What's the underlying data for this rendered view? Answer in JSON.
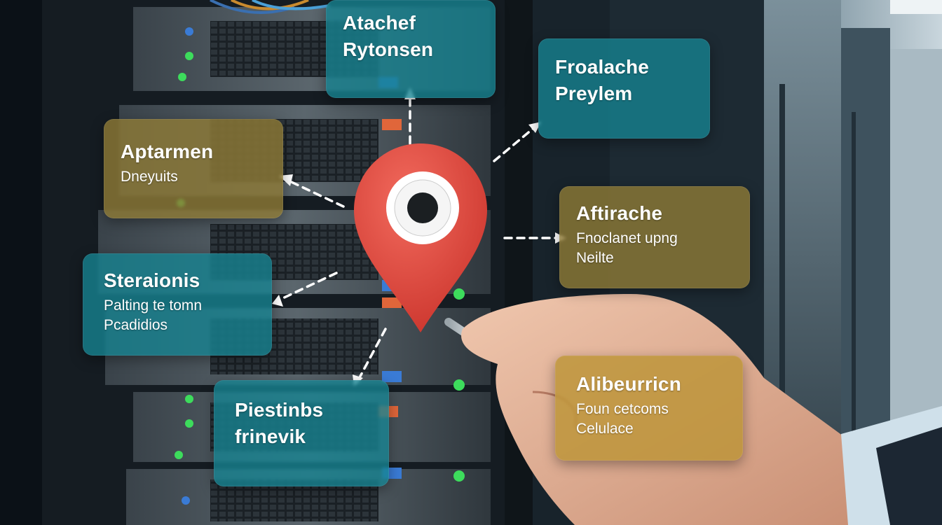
{
  "cards": {
    "top_center": {
      "lines": [
        "Atachef",
        "Rytonsen"
      ]
    },
    "top_right": {
      "lines": [
        "Froalache",
        "Preylem"
      ]
    },
    "upper_left": {
      "title": "Aptarmen",
      "subtitle": "Dneyuits"
    },
    "mid_right": {
      "title": "Aftirache",
      "subtitle_lines": [
        "Fnoclanet upng",
        "Neilte"
      ]
    },
    "mid_left": {
      "title": "Steraionis",
      "subtitle_lines": [
        "Palting te tomn",
        "Pcadidios"
      ]
    },
    "bottom_center": {
      "lines": [
        "Piestinbs",
        "frinevik"
      ]
    },
    "bottom_right": {
      "title": "Alibeurricn",
      "subtitle_lines": [
        "Foun cetcoms",
        "Celulace"
      ]
    }
  },
  "colors": {
    "teal_card": "#168492",
    "olive_card": "#8e7a36",
    "gold_card": "#bc9434",
    "pin": "#e8463a"
  },
  "icons": {
    "pin": "map-pin-icon"
  }
}
